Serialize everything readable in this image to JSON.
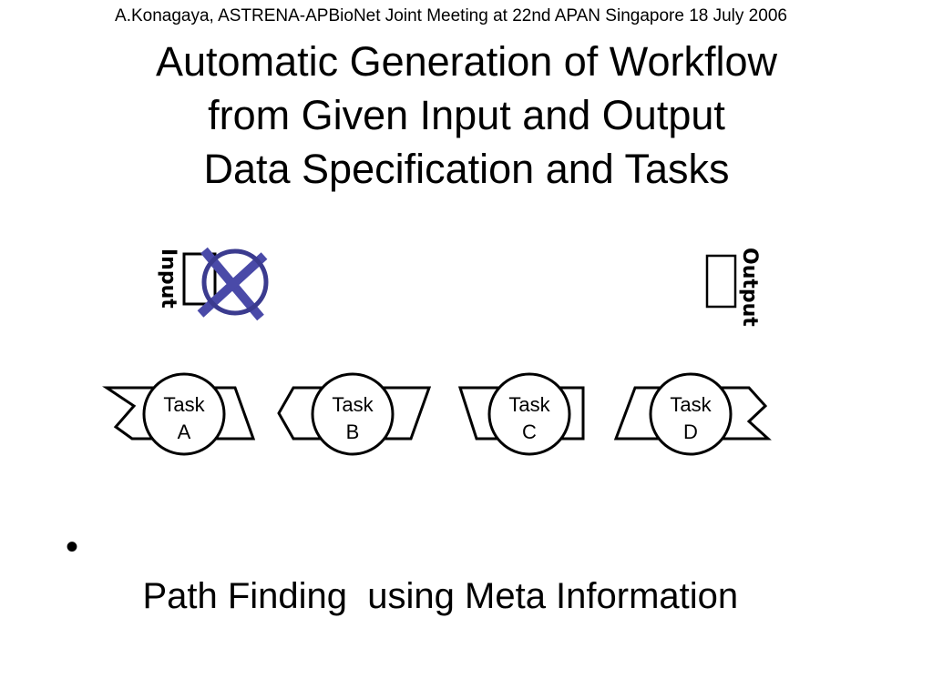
{
  "header": {
    "text": "A.Konagaya, ASTRENA-APBioNet Joint Meeting at 22nd APAN Singapore 18 July 2006"
  },
  "title": {
    "lines": [
      "Automatic Generation of Workflow",
      "from Given Input and Output",
      "Data Specification and Tasks"
    ]
  },
  "diagram": {
    "input_label": "Input",
    "output_label": "Output",
    "tasks": [
      {
        "line1": "Task",
        "line2": "A"
      },
      {
        "line1": "Task",
        "line2": "B"
      },
      {
        "line1": "Task",
        "line2": "C"
      },
      {
        "line1": "Task",
        "line2": "D"
      }
    ],
    "cross_mark_color": "#3b3b8f",
    "cross_mark_fill": "#4a4aa8"
  },
  "bullets": [
    {
      "marker": "•",
      "text": "Path Finding  using Meta Information"
    }
  ]
}
